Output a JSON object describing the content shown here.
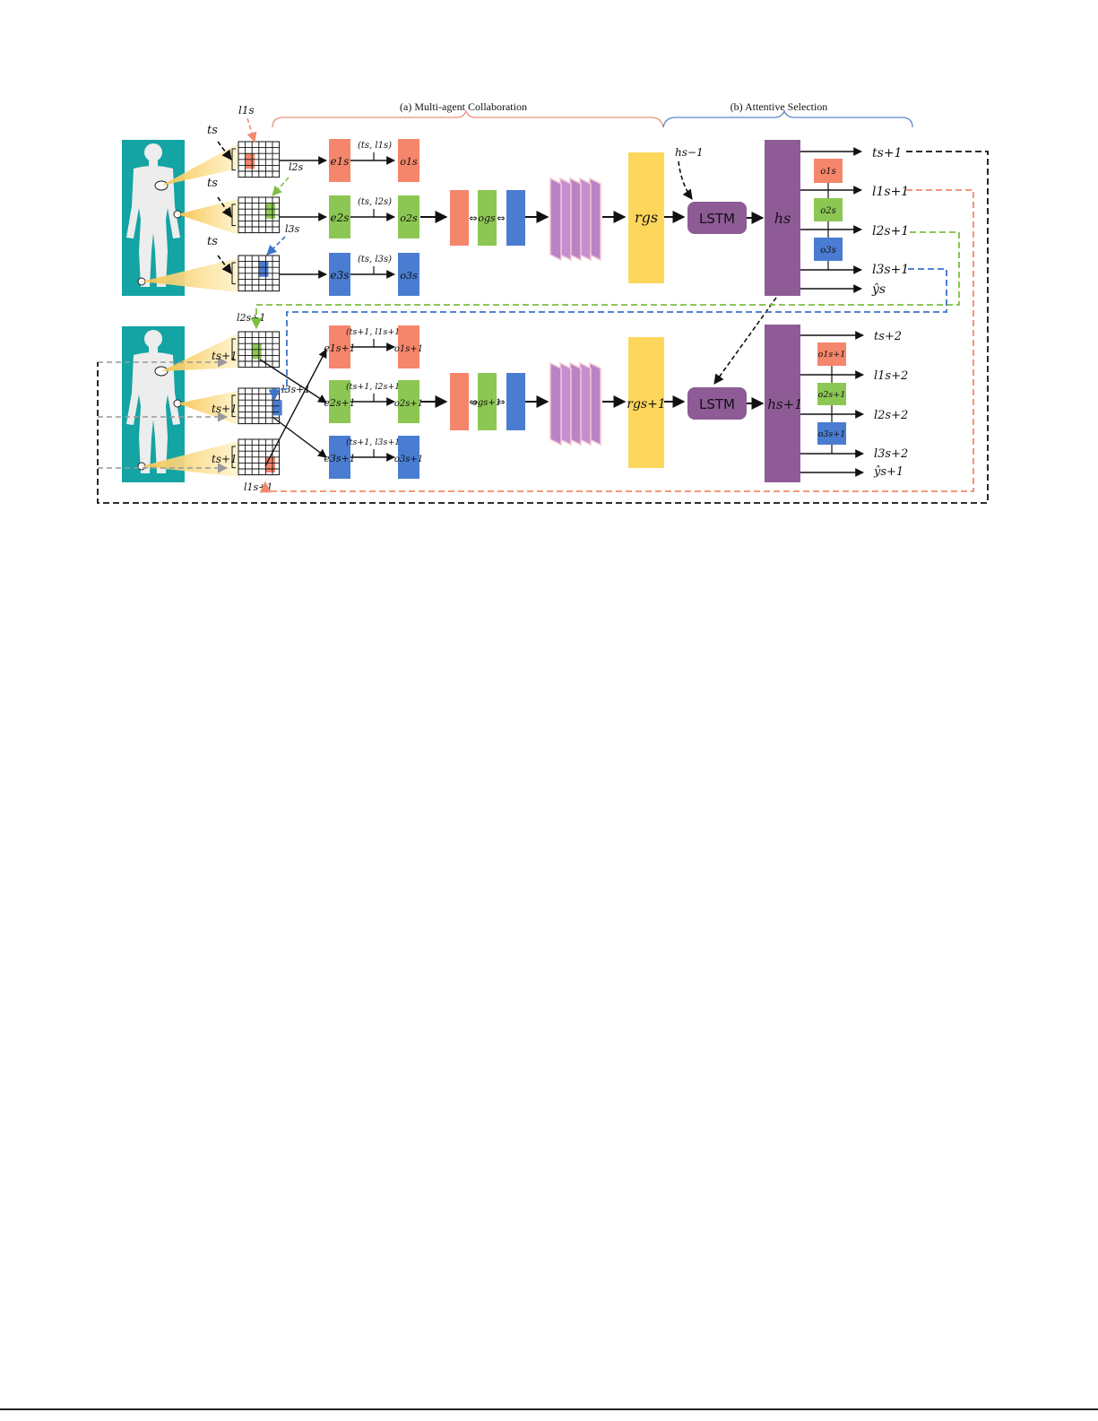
{
  "headers": {
    "a": "(a) Multi-agent Collaboration",
    "b": "(b) Attentive Selection"
  },
  "colors": {
    "teal": "#14a4a4",
    "orange": "#f5866b",
    "green": "#8dc753",
    "blue": "#4a7dd1",
    "yellow": "#fdd65c",
    "purple": "#8e5b97",
    "lstm": "#8e5b97"
  },
  "top": {
    "t_label": "ts",
    "l1_label": "l1s",
    "l2_label": "l2s",
    "l3_label": "l3s",
    "e": [
      "e1s",
      "e2s",
      "e3s"
    ],
    "o": [
      "o1s",
      "o2s",
      "o3s"
    ],
    "pairs": [
      "(ts, l1s)",
      "(ts, l2s)",
      "(ts, l3s)"
    ],
    "og": "ogs",
    "rg": "rgs",
    "h_prev": "hs−1",
    "lstm": "LSTM",
    "h": "hs",
    "outputs": [
      "ts+1",
      "l1s+1",
      "l2s+1",
      "l3s+1",
      "ŷs"
    ],
    "att": [
      "o1s",
      "o2s",
      "o3s"
    ]
  },
  "bottom": {
    "t_label": "ts+1",
    "l1_label": "l1s+1",
    "l2_label": "l2s+1",
    "l3_label": "l3s+1",
    "e": [
      "e1s+1",
      "e2s+1",
      "e3s+1"
    ],
    "o": [
      "o1s+1",
      "o2s+1",
      "o3s+1"
    ],
    "pairs": [
      "(ts+1, l1s+1)",
      "(ts+1, l2s+1)",
      "(ts+1, l3s+1)"
    ],
    "og": "ogs+1",
    "rg": "rgs+1",
    "lstm": "LSTM",
    "h": "hs+1",
    "outputs": [
      "ts+2",
      "l1s+2",
      "l2s+2",
      "l3s+2",
      "ŷs+1"
    ],
    "att": [
      "o1s+1",
      "o2s+1",
      "o3s+1"
    ]
  }
}
